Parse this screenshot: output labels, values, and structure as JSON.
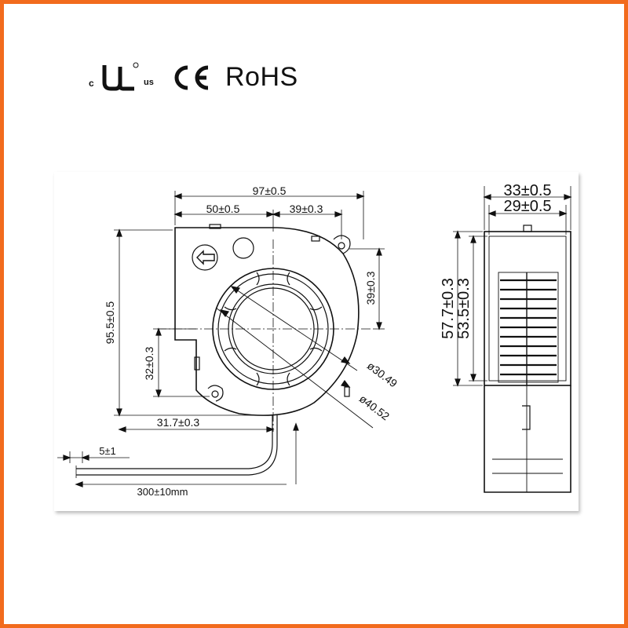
{
  "certifications": {
    "ul_prefix": "c",
    "ul_suffix": "us",
    "ul_mark": "UL",
    "ce_mark": "CE",
    "rohs": "RoHS"
  },
  "front_view": {
    "width_overall": "97±0.5",
    "width_left": "50±0.5",
    "width_right": "39±0.3",
    "height_overall": "95.5±0.5",
    "height_right": "39±0.3",
    "height_left": "32±0.3",
    "inlet_offset": "31.7±0.3",
    "inner_diameter": "ø30.49",
    "outer_diameter": "ø40.52",
    "wire_strip": "5±1",
    "wire_length": "300±10mm"
  },
  "side_view": {
    "width_outer": "33±0.5",
    "width_inner": "29±0.5",
    "height_outer": "57.7±0.3",
    "height_inner": "53.5±0.3"
  },
  "colors": {
    "frame_border": "#f26b1d",
    "line": "#111111"
  }
}
